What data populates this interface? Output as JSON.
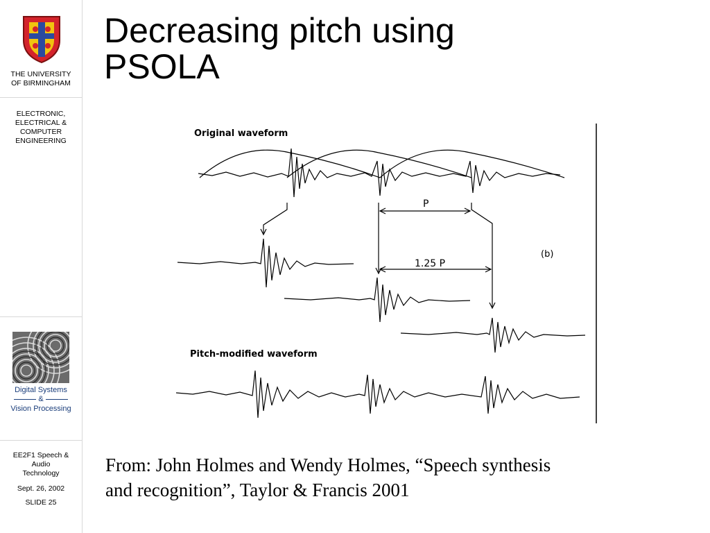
{
  "slide": {
    "title_line1": "Decreasing pitch using",
    "title_line2": "PSOLA",
    "citation_line1": "From: John Holmes and Wendy Holmes, “Speech synthesis",
    "citation_line2": "and recognition”, Taylor & Francis 2001"
  },
  "sidebar": {
    "university_line1": "THE UNIVERSITY",
    "university_line2": "OF BIRMINGHAM",
    "dept_line1": "ELECTRONIC,",
    "dept_line2": "ELECTRICAL &",
    "dept_line3": "COMPUTER",
    "dept_line4": "ENGINEERING",
    "dsvp_line1": "Digital Systems",
    "dsvp_line2": "&",
    "dsvp_line3": "Vision Processing",
    "course_line1": "EE2F1 Speech &",
    "course_line2": "Audio",
    "course_line3": "Technology",
    "date": "Sept. 26, 2002",
    "slide_number": "SLIDE 25"
  },
  "figure": {
    "label_original": "Original waveform",
    "label_modified": "Pitch-modified waveform",
    "label_p": "P",
    "label_125p": "1.25 P",
    "label_b": "(b)"
  },
  "colors": {
    "shield_red": "#d4232b",
    "shield_blue": "#2b4aa0",
    "shield_gold": "#f1c40f",
    "dsvp_text": "#1a3d7a"
  }
}
